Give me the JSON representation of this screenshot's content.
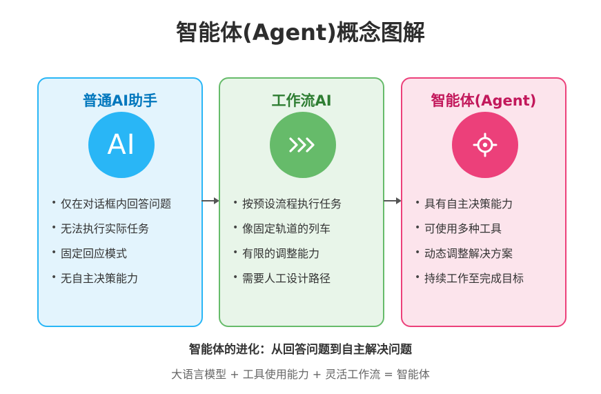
{
  "title": "智能体(Agent)概念图解",
  "colors": {
    "blue": "#29b6f6",
    "blue_bg": "#e3f4fd",
    "blue_text": "#0277bd",
    "green": "#66bb6a",
    "green_bg": "#e8f5e9",
    "green_text": "#2e7d32",
    "pink": "#ec407a",
    "pink_bg": "#fce4ec",
    "pink_text": "#c2185b"
  },
  "cards": [
    {
      "title": "普通AI助手",
      "icon_text": "AI",
      "icon": "ai-text-icon",
      "items": [
        "仅在对话框内回答问题",
        "无法执行实际任务",
        "固定回应模式",
        "无自主决策能力"
      ]
    },
    {
      "title": "工作流AI",
      "icon_text": "",
      "icon": "chevrons-right-icon",
      "items": [
        "按预设流程执行任务",
        "像固定轨道的列车",
        "有限的调整能力",
        "需要人工设计路径"
      ]
    },
    {
      "title": "智能体(Agent)",
      "icon_text": "",
      "icon": "gear-icon",
      "items": [
        "具有自主决策能力",
        "可使用多种工具",
        "动态调整解决方案",
        "持续工作至完成目标"
      ]
    }
  ],
  "bullet": "•",
  "subtitle": "智能体的进化：从回答问题到自主解决问题",
  "formula": "大语言模型 + 工具使用能力 + 灵活工作流 = 智能体"
}
